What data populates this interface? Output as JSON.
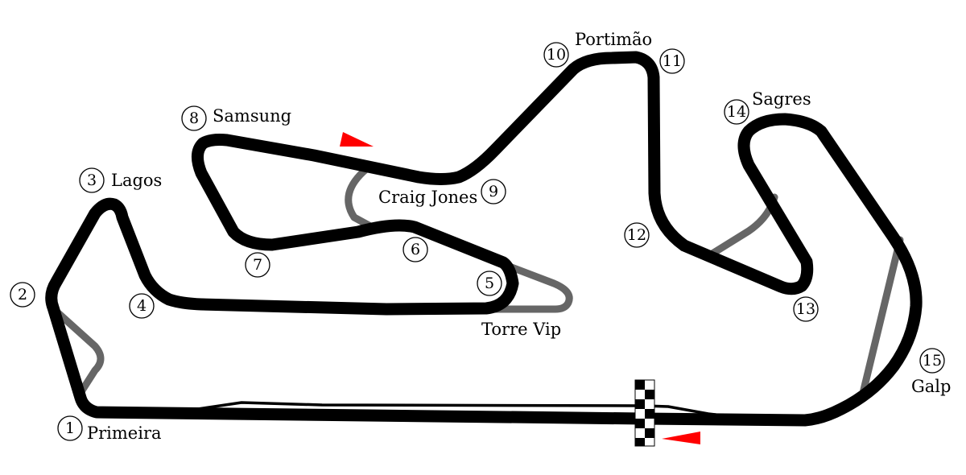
{
  "colors": {
    "track": "#000000",
    "alternate_track": "#666666",
    "direction_arrow": "#ff0000"
  },
  "corners": [
    {
      "number": "1",
      "name": "Primeira"
    },
    {
      "number": "2",
      "name": ""
    },
    {
      "number": "3",
      "name": "Lagos"
    },
    {
      "number": "4",
      "name": ""
    },
    {
      "number": "5",
      "name": ""
    },
    {
      "number": "6",
      "name": ""
    },
    {
      "number": "7",
      "name": ""
    },
    {
      "number": "8",
      "name": "Samsung"
    },
    {
      "number": "9",
      "name": ""
    },
    {
      "number": "10",
      "name": ""
    },
    {
      "number": "11",
      "name": ""
    },
    {
      "number": "12",
      "name": ""
    },
    {
      "number": "13",
      "name": ""
    },
    {
      "number": "14",
      "name": "Sagres"
    },
    {
      "number": "15",
      "name": "Galp"
    }
  ],
  "section_labels": {
    "craig_jones": "Craig Jones",
    "torre_vip": "Torre Vip",
    "portimao": "Portimão"
  },
  "icons": {
    "start_finish": "checkered-flag-icon",
    "direction": "direction-arrow-icon"
  }
}
